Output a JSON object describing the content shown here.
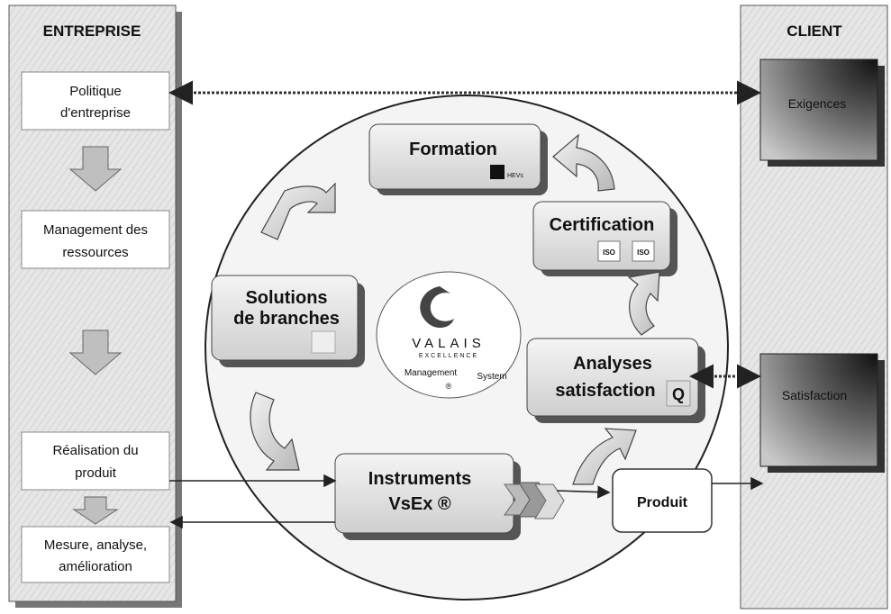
{
  "entreprise": {
    "title": "ENTREPRISE",
    "boxes": [
      {
        "line1": "Politique",
        "line2": "d'entreprise"
      },
      {
        "line1": "Management des",
        "line2": "ressources"
      },
      {
        "line1": "Réalisation du",
        "line2": "produit"
      },
      {
        "line1": "Mesure, analyse,",
        "line2": "amélioration"
      }
    ]
  },
  "client": {
    "title": "CLIENT",
    "exigences": "Exigences",
    "satisfaction": "Satisfaction"
  },
  "cycle": {
    "formation": "Formation",
    "formation_logo_text": "HEVs",
    "certification": "Certification",
    "iso_logo_text": "ISO",
    "solutions_line1": "Solutions",
    "solutions_line2": "de branches",
    "analyses_line1": "Analyses",
    "analyses_line2": "satisfaction",
    "analyses_logo_text": "Q",
    "instruments_line1": "Instruments",
    "instruments_line2": "VsEx ®",
    "produit": "Produit"
  },
  "center_logo": {
    "brand": "VALAIS",
    "subtitle": "EXCELLENCE",
    "line_left": "Management",
    "line_right": "System",
    "registered": "®"
  }
}
